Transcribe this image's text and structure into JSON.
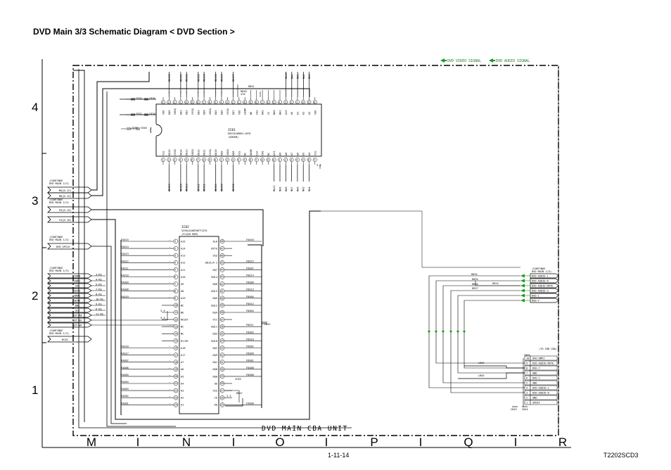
{
  "title": "DVD Main 3/3 Schematic Diagram  < DVD Section >",
  "page_number": "1-11-14",
  "doc_id": "T2202SCD3",
  "unit_label": "DVD MAIN CBA UNIT",
  "legend": {
    "video": "DVD VIDEO SIGNAL",
    "audio": "DVD AUDIO SIGNAL",
    "color": "#1a9a1a"
  },
  "grid": {
    "rows": [
      "4",
      "3",
      "2",
      "1"
    ],
    "cols": [
      "M",
      "I",
      "N",
      "I",
      "O",
      "I",
      "P",
      "I",
      "Q",
      "I",
      "R"
    ]
  },
  "ic_top": {
    "ref": "IC81",
    "part": "EDS1616DDH-LB7D",
    "name": "(SDRAM)"
  },
  "ic_mid": {
    "ref": "IC82",
    "part": "S29AL016D90TF1Z3C",
    "name": "(FLASH ROM)"
  },
  "connectors": {
    "c1": [
      "(CONTINUE",
      "DVD MAIN 2/3)",
      "MA[0-12]",
      "MD[0-15]"
    ],
    "c2": [
      "(CONTINUE",
      "DVD MAIN 2/3)",
      "FD[0-15]"
    ],
    "c3": [
      "FA[0-18]"
    ],
    "c4": [
      "(CONTINUE",
      "DVD MAIN 1/3)",
      "DVD_SPCLK"
    ],
    "c5": [
      "(CONTINUE",
      "DVD MAIN 1/3)",
      "DQM0",
      "DQM1",
      "CKE",
      "WCAS",
      "WRAS",
      "WCKE",
      "DWE",
      "SCS",
      "EXT-RB",
      "EXT-OE",
      "EXT-WE"
    ],
    "c6": [
      "(CONTINUE",
      "DVD MAIN 1/3)",
      "RCAS"
    ],
    "c7": [
      "(CONTINUE",
      "DVD MAIN 1/3)",
      "DVD-AUDIO-L",
      "DVD-AUDIO-R",
      "DVD-AUDIO-MUTE",
      "DVD-AUDIO-S",
      "DVD-C",
      "DVD-Y"
    ],
    "c8": [
      "(TO SUB CBA)",
      "CN05",
      "DVD-DMPI",
      "DVD-AUDIO-MUTE",
      "DVD-Y",
      "GND",
      "DVD-C",
      "GND",
      "DVD-AUDIO-L",
      "DVD-AUDIO-R",
      "GND",
      "SPDIF"
    ]
  },
  "ic_mid_left_pins": [
    "A15",
    "A14",
    "A13",
    "A12",
    "A11",
    "A10",
    "A9",
    "A8",
    "A19",
    "NC",
    "WE",
    "RESET",
    "NC",
    "NC",
    "RY/BY",
    "A18",
    "A17",
    "A7",
    "A6",
    "A5",
    "A4",
    "A3",
    "A2",
    "A1"
  ],
  "ic_mid_left_nets": [
    "FA015",
    "FA014",
    "FA013",
    "FA012",
    "FA011",
    "FA010",
    "FA009",
    "FA008",
    "FA019",
    "",
    "",
    "",
    "",
    "",
    "",
    "FA018",
    "FA017",
    "FA007",
    "FA006",
    "FA005",
    "FA004",
    "FA003",
    "FA002",
    "FA001"
  ],
  "ic_mid_right_pins": [
    "A16",
    "BYTE",
    "VSS",
    "DQ15/A-1",
    "DQ7",
    "DQ14",
    "DQ6",
    "DQ13",
    "DQ5",
    "DQ12",
    "DQ4",
    "VCC",
    "DQ11",
    "DQ3",
    "DQ10",
    "DQ2",
    "DQ9",
    "DQ1",
    "DQ8",
    "DQ0",
    "OE",
    "VSS",
    "CE",
    "A0"
  ],
  "ic_mid_right_nets": [
    "FA016",
    "",
    "",
    "FD015",
    "FD007",
    "FD014",
    "FD006",
    "FD013",
    "FD005",
    "FD012",
    "FD004",
    "",
    "FD011",
    "FD003",
    "FD010",
    "FD002",
    "FD009",
    "FD001",
    "FD008",
    "FD000",
    "",
    "",
    "",
    "FA000"
  ],
  "ic_top_pins_top": [
    "VDD",
    "DQ0",
    "VDDQ",
    "DQ1",
    "DQ2",
    "VSSQ",
    "DQ3",
    "DQ4",
    "VDDQ",
    "DQ5",
    "DQ6",
    "VSSQ",
    "DQ7",
    "VDD",
    "LDQM",
    "WE",
    "CAS",
    "RAS",
    "CS",
    "BA0",
    "BA1",
    "A10",
    "A0",
    "A1",
    "A2",
    "A3",
    "VDD"
  ],
  "ic_top_pins_bottom": [
    "VSS",
    "DQ15",
    "VSSQ",
    "DQ14",
    "DQ13",
    "VDDQ",
    "DQ12",
    "DQ11",
    "VSSQ",
    "DQ10",
    "DQ9",
    "VDDQ",
    "DQ8",
    "VSS",
    "NC",
    "UDQM",
    "CLK",
    "CKE",
    "NC",
    "A11",
    "A9",
    "A8",
    "A7",
    "A6",
    "A5",
    "A4",
    "VSS"
  ],
  "ic_top_nets_top": [
    "MD000",
    "MD001",
    "MD002",
    "MD003",
    "MD004",
    "MD005",
    "MD006",
    "MD007"
  ],
  "ic_top_nets_bottom": [
    "MD015",
    "MD014",
    "MD013",
    "MD012",
    "MD011",
    "MD010",
    "MD009",
    "MD008"
  ],
  "ic_top_addr_top": [
    "MA10",
    "MA0",
    "MA1",
    "MA2",
    "MA3"
  ],
  "ic_top_addr_bottom": [
    "MA11",
    "MA9",
    "MA8",
    "MA7",
    "MA6",
    "MA5",
    "MA4"
  ],
  "components": [
    "R840",
    "C835",
    "C836",
    "C837",
    "C838",
    "C839",
    "C840",
    "R841",
    "C841",
    "R847",
    "IC83",
    "L801",
    "L802",
    "R834",
    "R835",
    "R836",
    "R837",
    "C843",
    "C844"
  ]
}
